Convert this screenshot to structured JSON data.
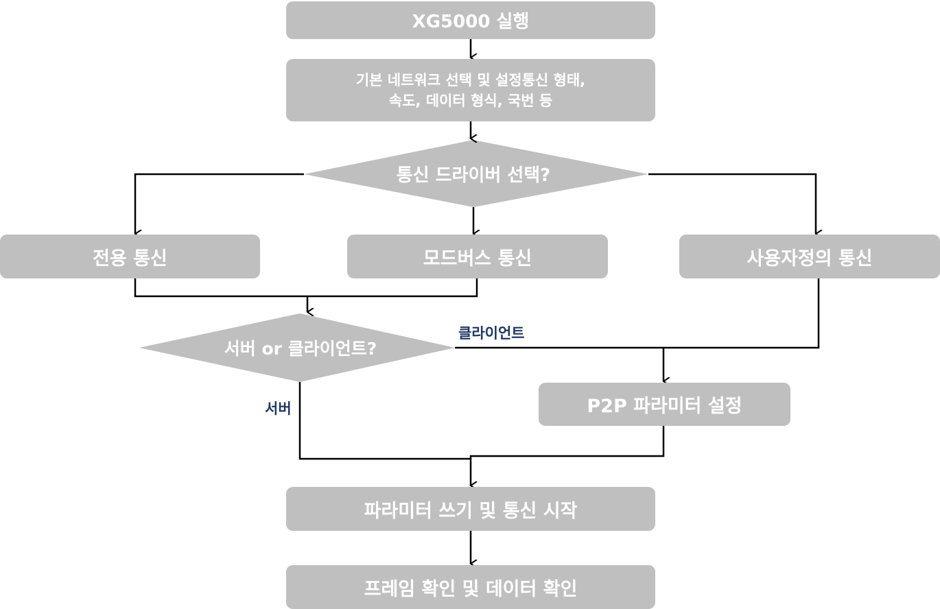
{
  "nodes": {
    "start": "XG5000 실행",
    "basic_network_line1": "기본 네트워크 선택 및 설정통신 형태,",
    "basic_network_line2": "속도, 데이터 형식, 국번 등",
    "driver_decision": "통신 드라이버 선택?",
    "dedicated": "전용 통신",
    "modbus": "모드버스 통신",
    "user_defined": "사용자정의 통신",
    "server_client_decision": "서버 or 클라이언트?",
    "p2p_params": "P2P 파라미터 설정",
    "write_params": "파라미터 쓰기 및 통신 시작",
    "check_frame": "프레임 확인 및 데이터 확인"
  },
  "edge_labels": {
    "client": "클라이언트",
    "server": "서버"
  },
  "colors": {
    "node_fill": "#bfbfbf",
    "node_text": "#ffffff",
    "edge": "#000000",
    "edge_label": "#1f3864"
  }
}
